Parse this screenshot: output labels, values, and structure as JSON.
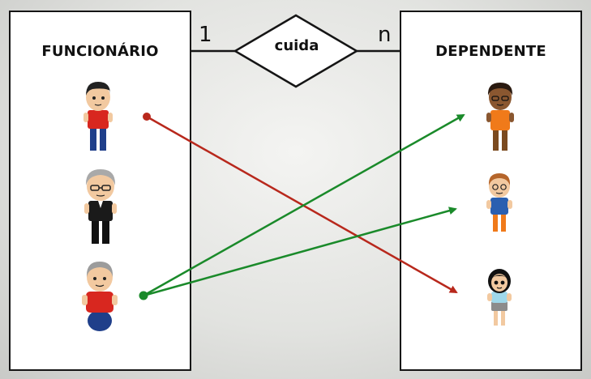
{
  "entities": {
    "left": {
      "title": "FUNCIONÁRIO"
    },
    "right": {
      "title": "DEPENDENTE"
    }
  },
  "relationship": {
    "label": "cuida",
    "cardinality_left": "1",
    "cardinality_right": "n"
  },
  "colors": {
    "border": "#151515",
    "red_arrow": "#b8281c",
    "green_arrow": "#1a8a2a"
  },
  "employees": [
    {
      "icon": "employee-young-man-icon"
    },
    {
      "icon": "employee-gray-haired-man-icon"
    },
    {
      "icon": "employee-older-man-icon"
    }
  ],
  "dependents": [
    {
      "icon": "dependent-boy-orange-shirt-icon"
    },
    {
      "icon": "dependent-boy-blue-shirt-icon"
    },
    {
      "icon": "dependent-girl-icon"
    }
  ],
  "links": [
    {
      "from": "employee-1",
      "to": "dependent-3",
      "color": "red"
    },
    {
      "from": "employee-3",
      "to": "dependent-1",
      "color": "green"
    },
    {
      "from": "employee-3",
      "to": "dependent-2",
      "color": "green"
    }
  ]
}
